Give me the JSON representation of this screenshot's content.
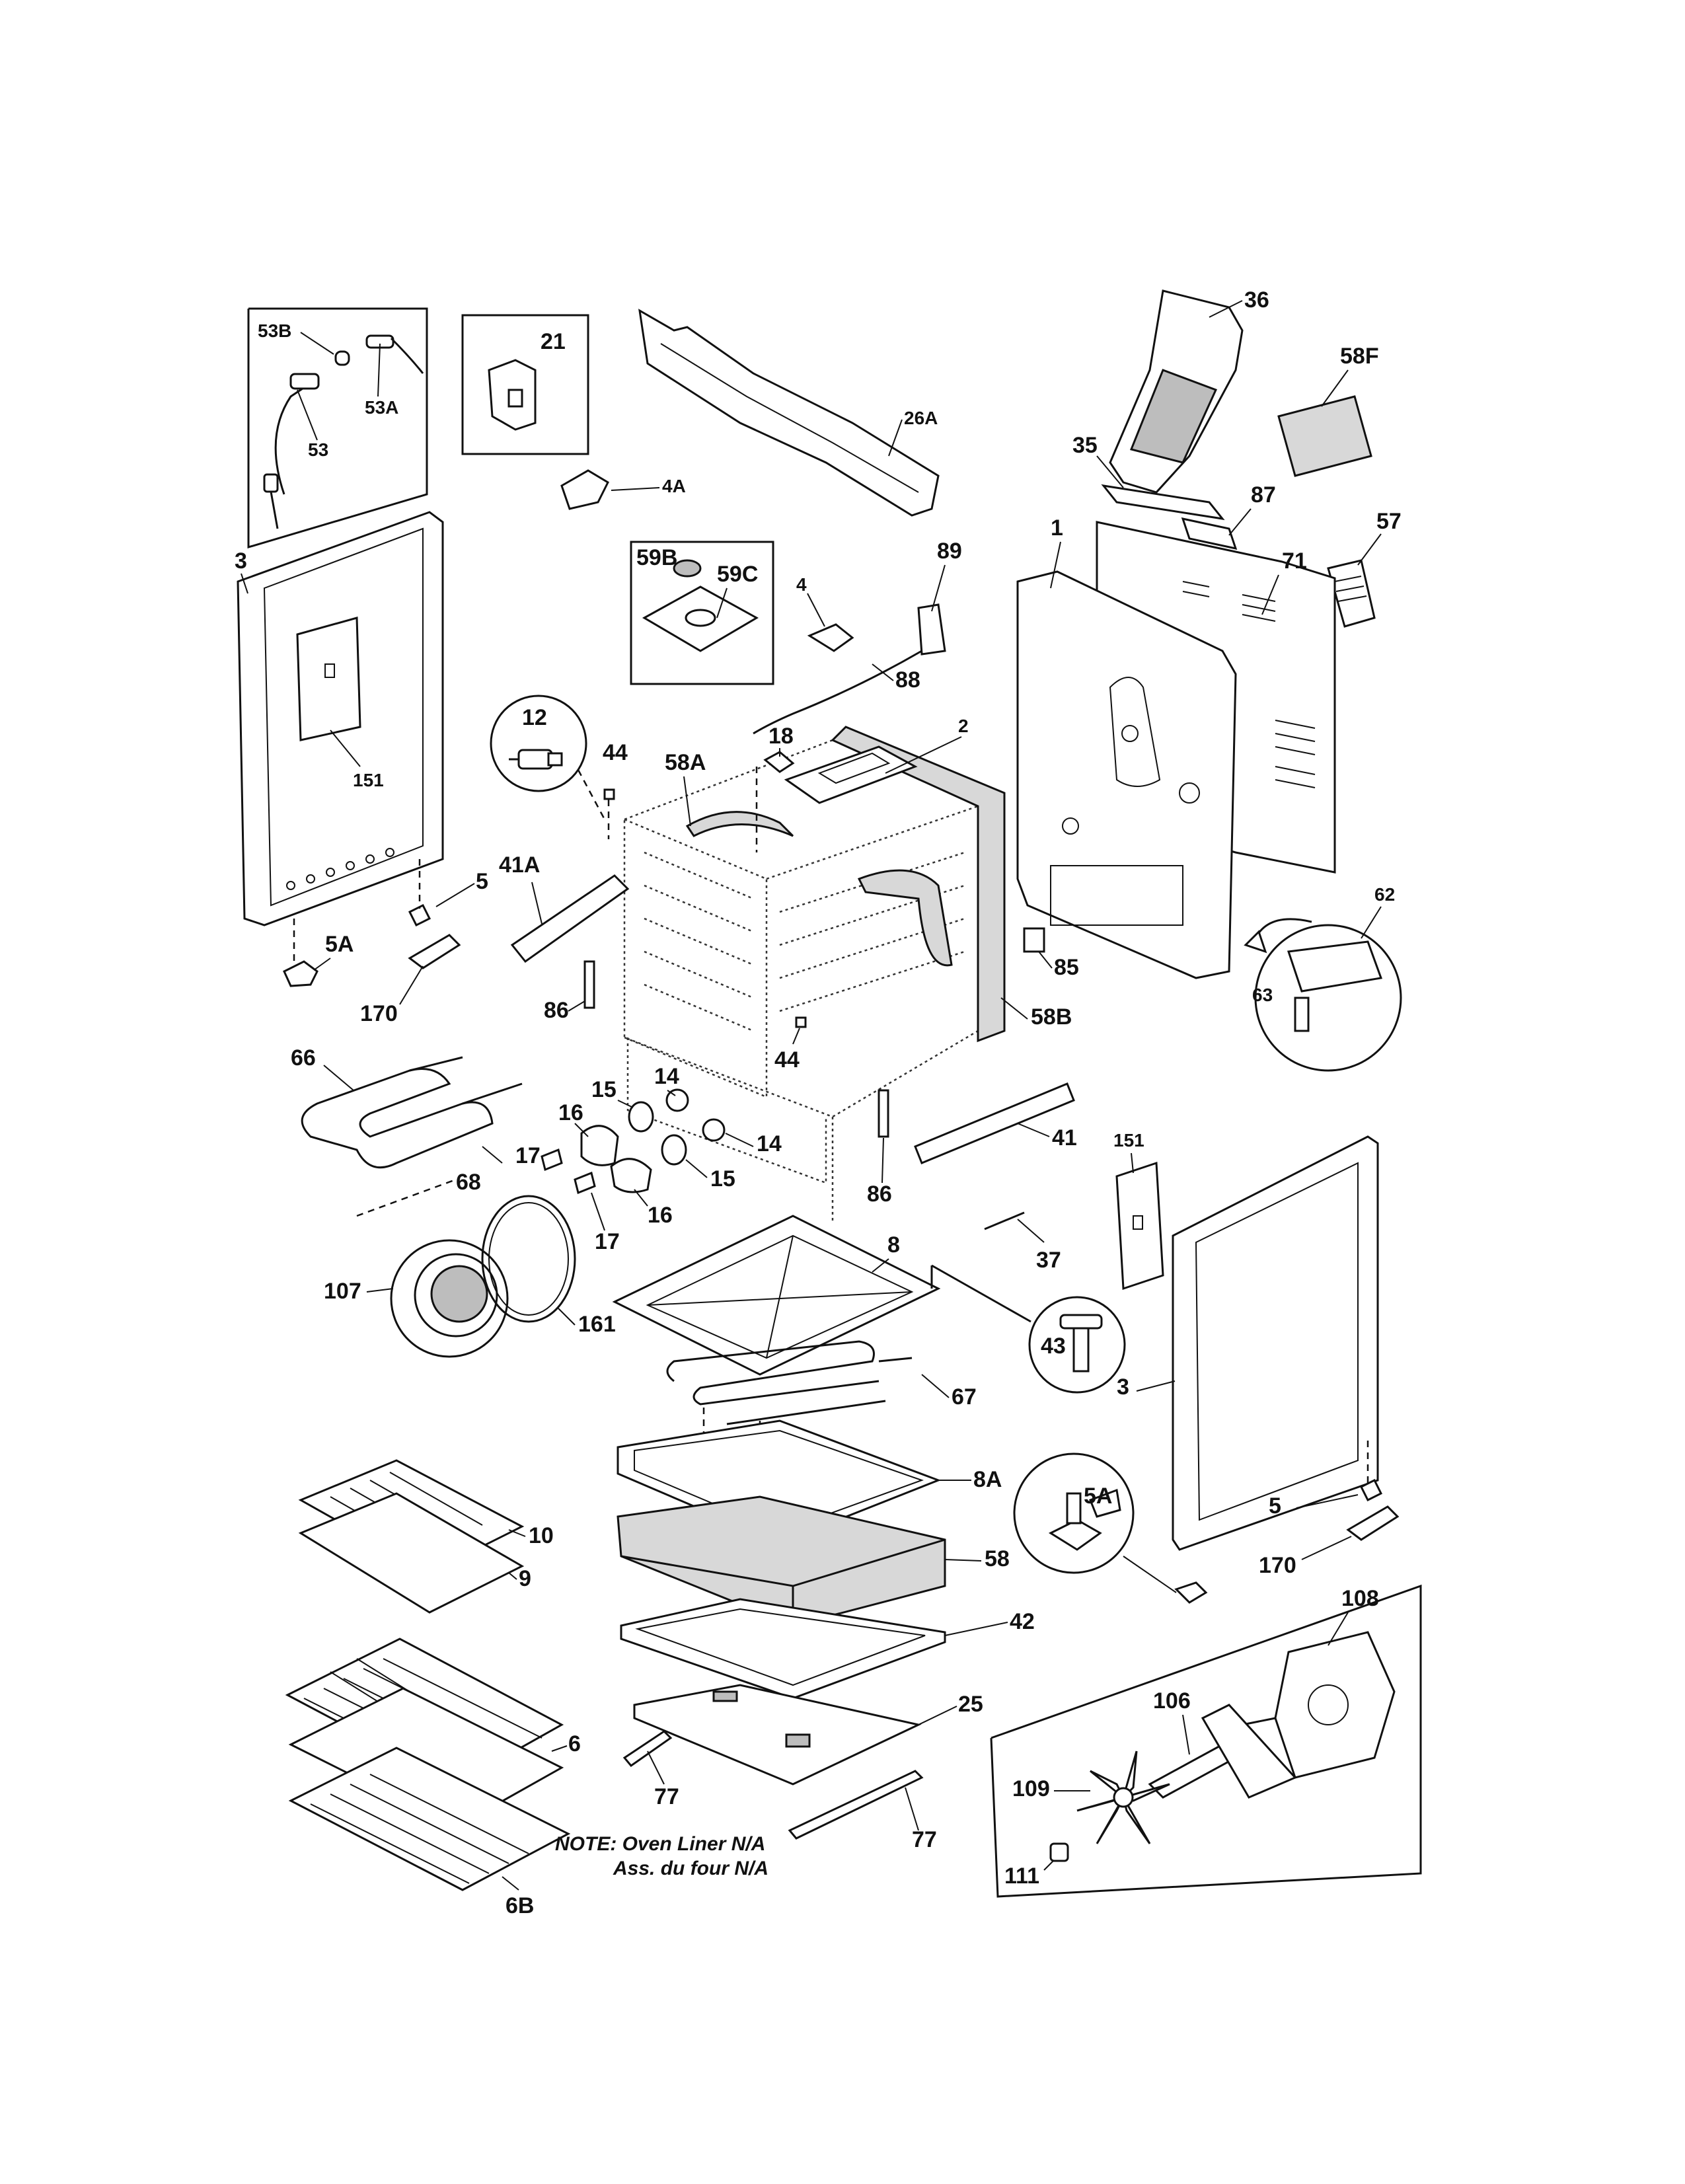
{
  "labels": {
    "l53B": "53B",
    "l53A": "53A",
    "l53": "53",
    "l21": "21",
    "l26A": "26A",
    "l4A": "4A",
    "l36": "36",
    "l58F": "58F",
    "l35": "35",
    "l87": "87",
    "l57": "57",
    "l1": "1",
    "l71": "71",
    "l3a": "3",
    "l151a": "151",
    "l59B": "59B",
    "l59C": "59C",
    "l4": "4",
    "l89": "89",
    "l88": "88",
    "l12": "12",
    "l44a": "44",
    "l58A": "58A",
    "l18": "18",
    "l2": "2",
    "l5a": "5",
    "l41A": "41A",
    "l5Aa": "5A",
    "l170a": "170",
    "l86a": "86",
    "l85": "85",
    "l58B": "58B",
    "l62": "62",
    "l63": "63",
    "l66": "66",
    "l44b": "44",
    "l15a": "15",
    "l14a": "14",
    "l16a": "16",
    "l14b": "14",
    "l17a": "17",
    "l68": "68",
    "l15b": "15",
    "l16b": "16",
    "l17b": "17",
    "l41": "41",
    "l86b": "86",
    "l151b": "151",
    "l37": "37",
    "l107": "107",
    "l161": "161",
    "l8": "8",
    "l43": "43",
    "l3b": "3",
    "l67": "67",
    "l8A": "8A",
    "l10": "10",
    "l9": "9",
    "l5b": "5",
    "l5Ab": "5A",
    "l58": "58",
    "l170b": "170",
    "l108": "108",
    "l42": "42",
    "l106": "106",
    "l25": "25",
    "l6": "6",
    "l109": "109",
    "l77a": "77",
    "l77b": "77",
    "l111": "111",
    "l6B": "6B"
  },
  "note": {
    "line1": "NOTE: Oven Liner N/A",
    "line2": "Ass. du four N/A"
  }
}
